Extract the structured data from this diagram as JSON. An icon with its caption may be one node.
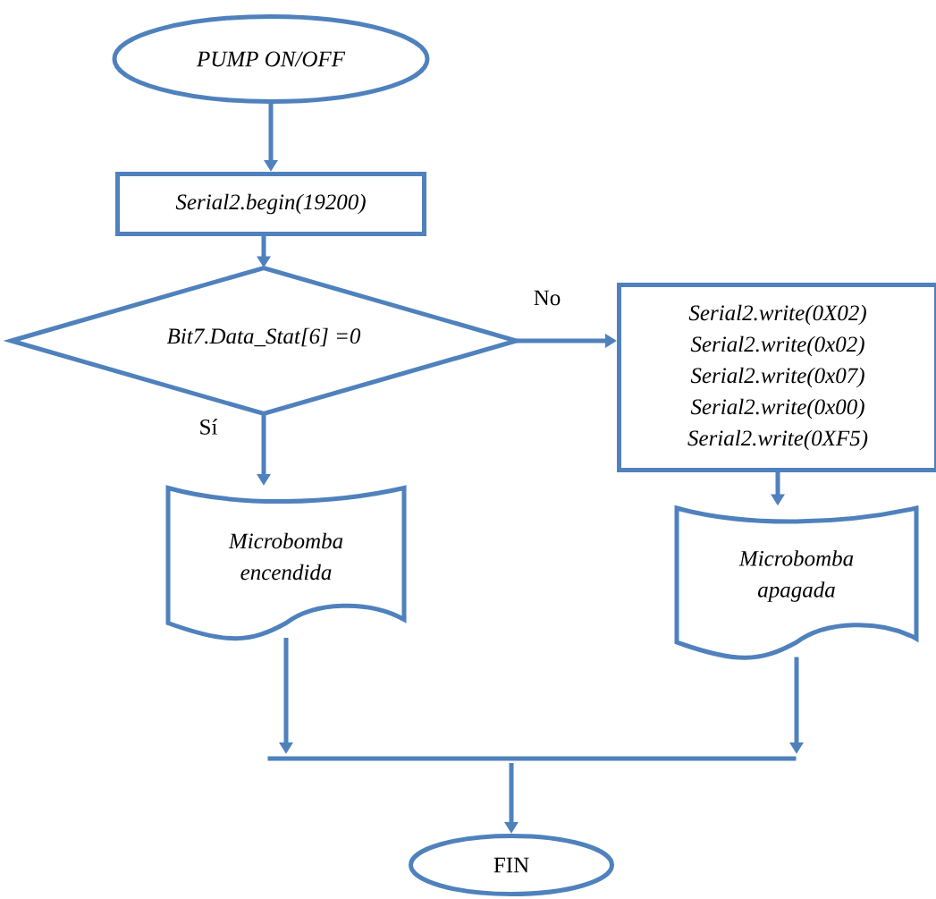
{
  "diagram": {
    "nodes": [
      {
        "text": [
          "PUMP ON/OFF"
        ]
      },
      {
        "text": [
          "Serial2.begin(19200)"
        ]
      },
      {
        "text": [
          "Bit7.Data_Stat[6] =0"
        ]
      },
      {
        "text": [
          "Serial2.write(0X02)",
          "Serial2.write(0x02)",
          "Serial2.write(0x07)",
          "Serial2.write(0x00)",
          "Serial2.write(0XF5)"
        ]
      },
      {
        "text": [
          "Microbomba encendida"
        ]
      },
      {
        "text": [
          "Microbomba apagada"
        ]
      },
      {
        "text": [],
        "shape": "bar"
      },
      {
        "text": [
          "FIN"
        ]
      }
    ],
    "edges": [
      {
        "from": 0,
        "to": 1,
        "arrow": "to"
      },
      {
        "from": 1,
        "to": 2,
        "arrow": "to"
      },
      {
        "from": 2,
        "to": 3,
        "arrow": "to",
        "label": "No"
      },
      {
        "from": 2,
        "to": 4,
        "arrow": "to",
        "label": "Sí"
      },
      {
        "from": 3,
        "to": 5,
        "arrow": "to"
      },
      {
        "from": 4,
        "to": 6,
        "arrow": "to"
      },
      {
        "from": 5,
        "to": 6,
        "arrow": "to"
      },
      {
        "from": 6,
        "to": 7,
        "arrow": "to"
      }
    ]
  }
}
